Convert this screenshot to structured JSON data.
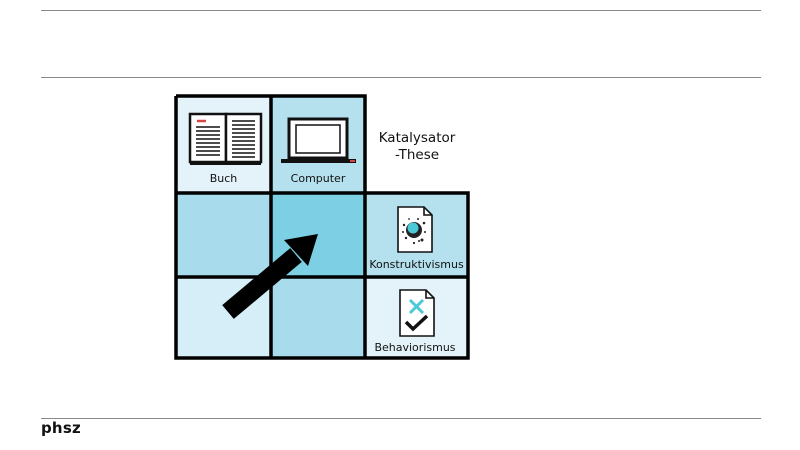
{
  "diagram": {
    "cells": {
      "book": {
        "label": "Buch",
        "icon": "open-book-icon",
        "fill": "#e4f3f9"
      },
      "computer": {
        "label": "Computer",
        "icon": "laptop-icon",
        "fill": "#b5e1ef"
      },
      "constructivism": {
        "label": "Konstruktivismus",
        "icon": "document-splash-icon",
        "fill": "#b5e1ef"
      },
      "behaviorism": {
        "label": "Behaviorismus",
        "icon": "document-check-icon",
        "fill": "#e4f3f9"
      }
    },
    "catalyst_label": {
      "line1": "Katalysator",
      "line2": "-These"
    },
    "arrow_icon": "diagonal-arrow-icon",
    "colors": {
      "grid_line": "#000000",
      "cell_light": "#d6eef7",
      "cell_mid": "#a8dcec",
      "cell_dark": "#7dcfe4",
      "accent_red": "#d8463f",
      "accent_cyan": "#4cc9d9"
    }
  },
  "footer": {
    "brand": "phsz"
  }
}
